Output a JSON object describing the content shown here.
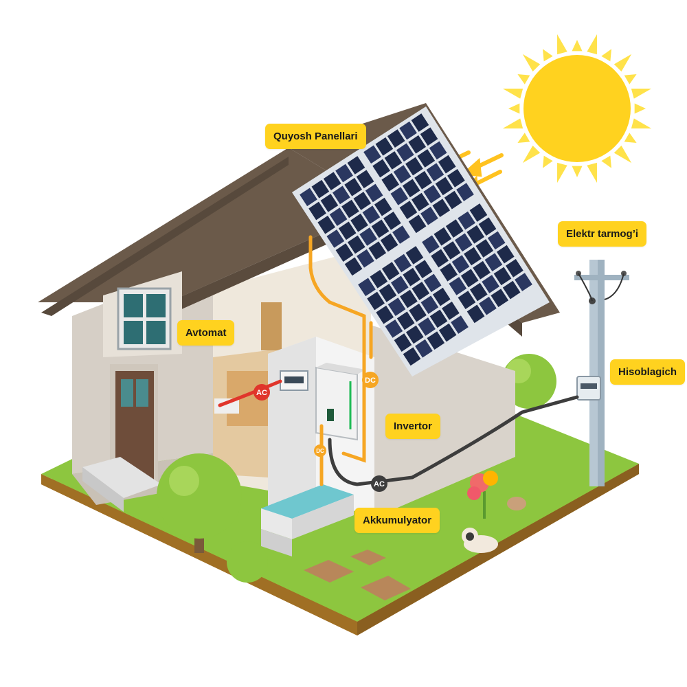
{
  "labels": {
    "solar_panels": "Quyosh Panellari",
    "grid": "Elektr tarmog’i",
    "breaker": "Avtomat",
    "meter": "Hisoblagich",
    "inverter": "Invertor",
    "battery": "Akkumulyator"
  },
  "wire_tags": {
    "ac_breaker": "AC",
    "dc_panel": "DC",
    "dc_battery": "DC",
    "ac_meter": "AC"
  },
  "colors": {
    "callout": "#ffd21f",
    "sun": "#ffd21f",
    "dc_wire": "#f6a623",
    "ac_tag_red": "#e0352b",
    "grass": "#8dc63f",
    "roof": "#6b5a4a",
    "panel": "#1e2a4a"
  }
}
